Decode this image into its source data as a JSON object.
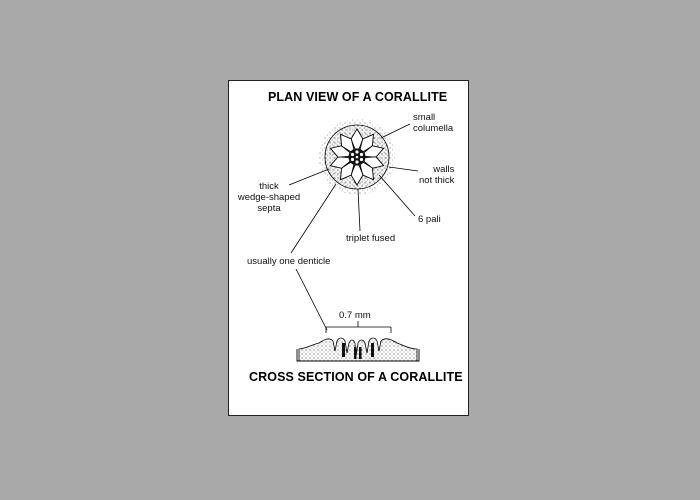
{
  "titles": {
    "plan_view": "PLAN VIEW OF A CORALLITE",
    "cross_section": "CROSS SECTION OF A CORALLITE"
  },
  "labels": {
    "columella_line1": "small",
    "columella_line2": "columella",
    "walls_line1": "walls",
    "walls_line2": "not thick",
    "septa_line1": "thick",
    "septa_line2": "wedge-shaped",
    "septa_line3": "septa",
    "pali": "6 pali",
    "triplet": "triplet fused",
    "denticle": "usually one denticle",
    "scale": "0.7  mm"
  },
  "colors": {
    "background": "#a9a9a9",
    "paper": "#ffffff",
    "ink": "#000000"
  }
}
